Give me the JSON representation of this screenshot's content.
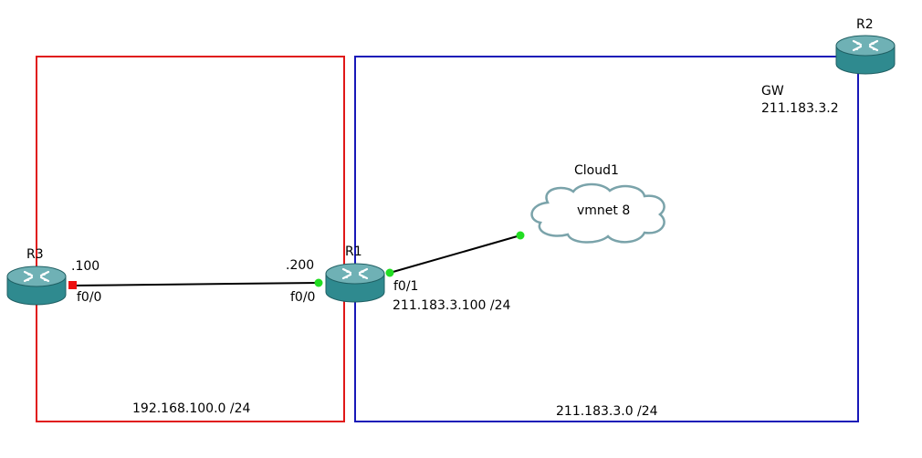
{
  "colors": {
    "zone_left": "#e01818",
    "zone_right": "#1818b8",
    "link": "#000000",
    "port_up": "#22dd22",
    "port_down": "#ee1111",
    "router_top": "#6fb1b5",
    "router_body": "#2f8a8f",
    "cloud_fill": "#ffffff",
    "cloud_stroke": "#7aa3aa"
  },
  "zones": {
    "left_label": "192.168.100.0 /24",
    "right_label": "211.183.3.0 /24"
  },
  "routers": {
    "r1": {
      "name": "R1",
      "port_left": "f0/0",
      "port_right": "f0/1",
      "ip_left": ".200",
      "ip_right": "211.183.3.100 /24"
    },
    "r2": {
      "name": "R2",
      "role": "GW",
      "ip": "211.183.3.2"
    },
    "r3": {
      "name": "R3",
      "port": "f0/0",
      "ip": ".100"
    }
  },
  "cloud": {
    "name": "Cloud1",
    "label": "vmnet 8"
  },
  "icons": {
    "router": "router-icon",
    "cloud": "cloud-icon"
  }
}
